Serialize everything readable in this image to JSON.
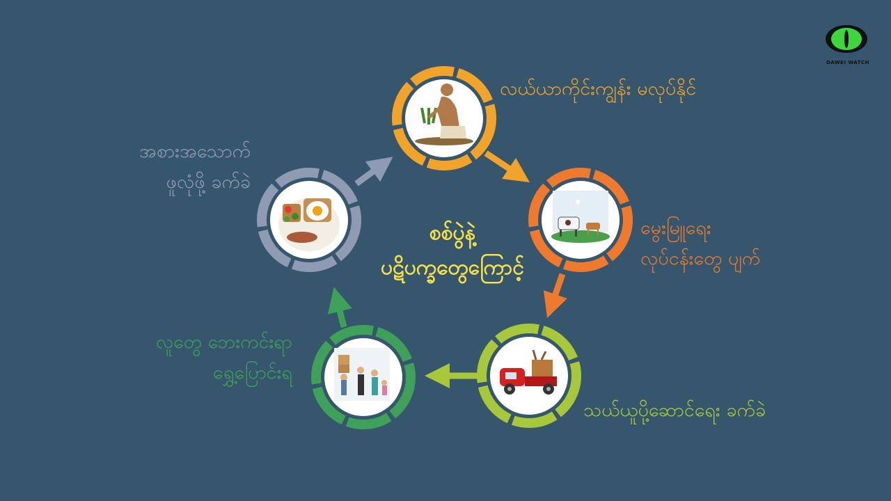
{
  "center": {
    "line1": "စစ်ပွဲနဲ့",
    "line2": "ပဋိပက္ခတွေကြောင့်"
  },
  "stages": [
    {
      "id": "farming",
      "icon": "farmer-planting-icon",
      "color": "#f2a42a",
      "lines": [
        "လယ်ယာကိုင်းကျွန်း မလုပ်နိုင်"
      ]
    },
    {
      "id": "livestock",
      "icon": "livestock-icon",
      "color": "#ef7a2e",
      "lines": [
        "မွေးမြူရေး",
        "လုပ်ငန်းတွေ ပျက်"
      ]
    },
    {
      "id": "transport",
      "icon": "transport-truck-icon",
      "color": "#a6c83a",
      "lines": [
        "သယ်ယူပို့ဆောင်ရေး ခက်ခဲ"
      ]
    },
    {
      "id": "displacement",
      "icon": "displaced-people-icon",
      "color": "#3fa05a",
      "lines": [
        "လူတွေ ဘေးကင်းရာ",
        "ရွှေ့ပြောင်းရ"
      ]
    },
    {
      "id": "food",
      "icon": "food-plate-icon",
      "color": "#8e9bb3",
      "lines": [
        "အစားအသောက်",
        "ဖူလုံဖို့ ခက်ခဲ"
      ]
    }
  ],
  "logo": {
    "text": "DAWEI WATCH",
    "icon": "green-eye-icon"
  }
}
